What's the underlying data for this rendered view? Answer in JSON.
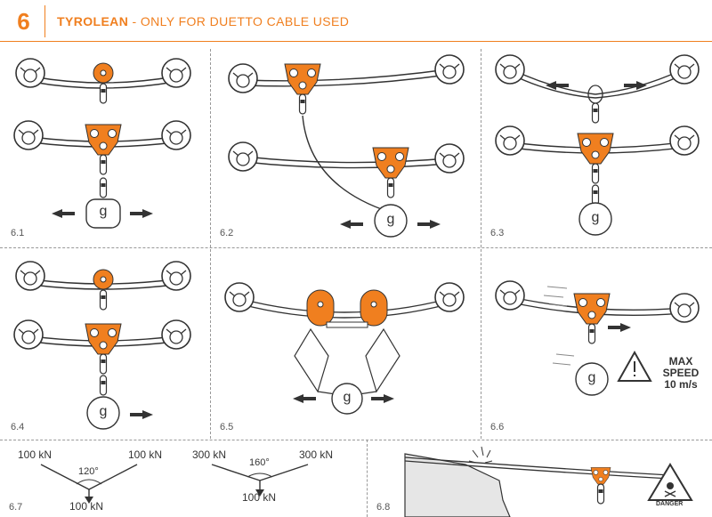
{
  "header": {
    "section_number": "6",
    "title_bold": "TYROLEAN",
    "title_rest": " - ONLY FOR DUETTO CABLE USED"
  },
  "panels": {
    "p61": "6.1",
    "p62": "6.2",
    "p63": "6.3",
    "p64": "6.4",
    "p65": "6.5",
    "p66": "6.6",
    "p67": "6.7",
    "p68": "6.8"
  },
  "weight_glyph": "g",
  "p66_warning": {
    "line1": "MAX",
    "line2": "SPEED",
    "line3": "10 m/s"
  },
  "p67": {
    "left": {
      "force_left": "100 kN",
      "force_right": "100 kN",
      "angle": "120°",
      "force_bottom": "100 kN"
    },
    "right": {
      "force_left": "300 kN",
      "force_right": "300 kN",
      "angle": "160°",
      "force_bottom": "100 kN"
    }
  },
  "p68": {
    "danger_label": "DANGER"
  },
  "colors": {
    "accent": "#f07f1f",
    "ink": "#333333",
    "divider": "#999999"
  }
}
